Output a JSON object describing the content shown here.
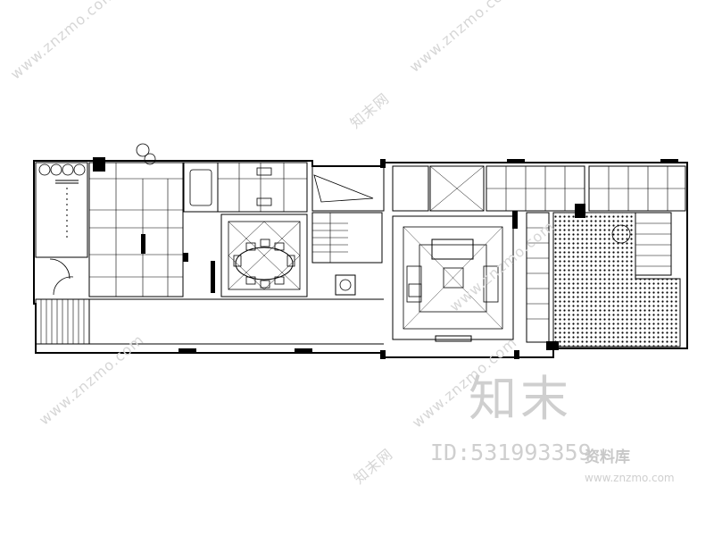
{
  "watermark": {
    "brand": "知末",
    "id_text": "ID:531993359",
    "site_label": "资料库",
    "url": "www.znzmo.com",
    "diagonal_texts": [
      "www.znzmo.com",
      "www.znzmo.com",
      "www.znzmo.com",
      "www.znzmo.com",
      "www.znzmo.com"
    ],
    "logo_texts": [
      "知末网",
      "知末网"
    ]
  },
  "colors": {
    "line": "#000000",
    "watermark": "#cfcfcf",
    "background": "#ffffff"
  },
  "icons": [
    "floor-plan-drawing",
    "dining-table-icon",
    "sofa-set-icon",
    "stair-icon",
    "tree-icon"
  ]
}
